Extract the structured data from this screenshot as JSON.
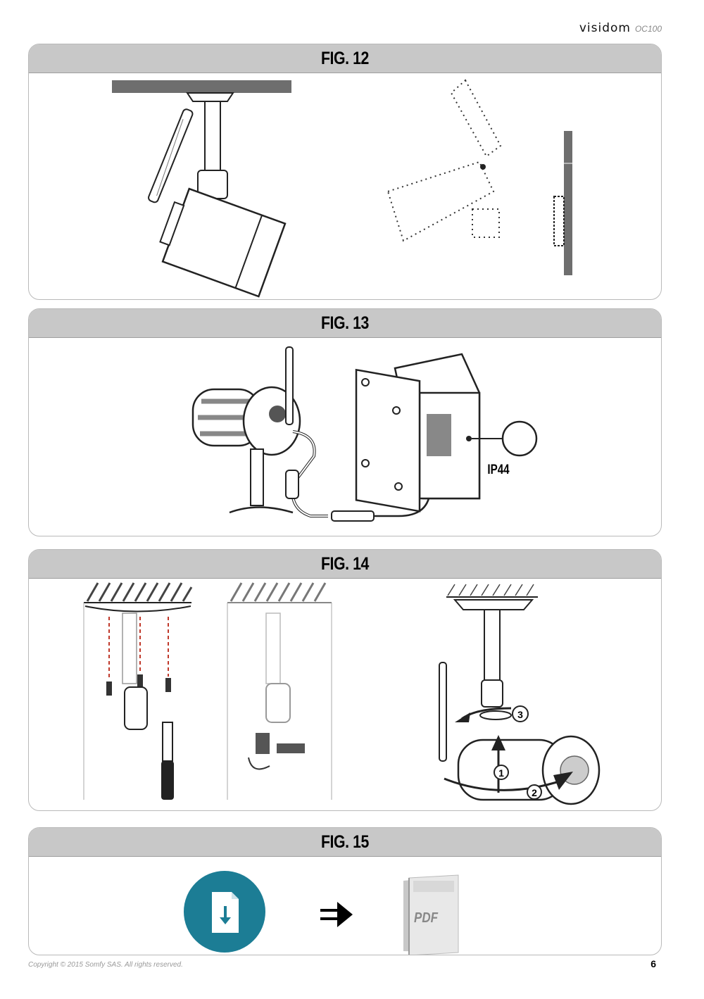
{
  "header": {
    "brand": "visidom",
    "model": "OC100"
  },
  "figures": [
    {
      "title": "FIG. 12"
    },
    {
      "title": "FIG. 13",
      "badge": "IP44"
    },
    {
      "title": "FIG. 14",
      "steps": [
        "1",
        "2",
        "3"
      ]
    },
    {
      "title": "FIG. 15",
      "doc_label": "PDF"
    }
  ],
  "footer": {
    "copyright": "Copyright © 2015 Somfy SAS. All rights reserved.",
    "page_number": "6"
  },
  "colors": {
    "panel_header": "#c8c8c8",
    "download_circle": "#1c7d95",
    "brand_accent": "#e8a400"
  },
  "icons": [
    "download-file-icon",
    "arrow-right-icon",
    "pdf-booklet-icon"
  ]
}
